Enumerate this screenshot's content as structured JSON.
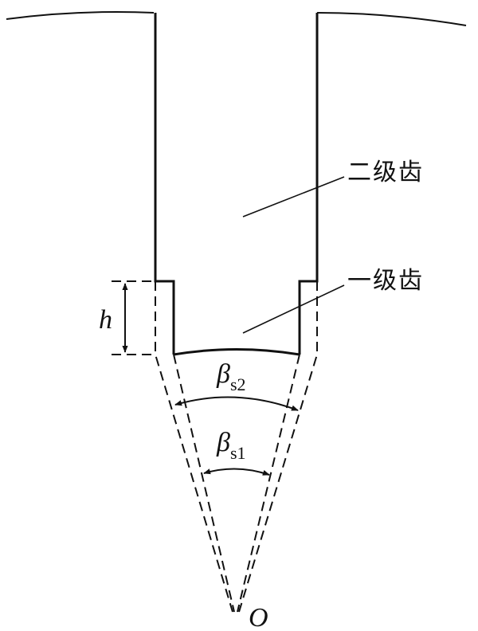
{
  "labels": {
    "secondary_tooth": "二级齿",
    "primary_tooth": "一级齿",
    "height_symbol": "h",
    "beta_symbol": "β",
    "beta_s2_subscript": "s2",
    "beta_s1_subscript": "s1",
    "origin": "O"
  }
}
